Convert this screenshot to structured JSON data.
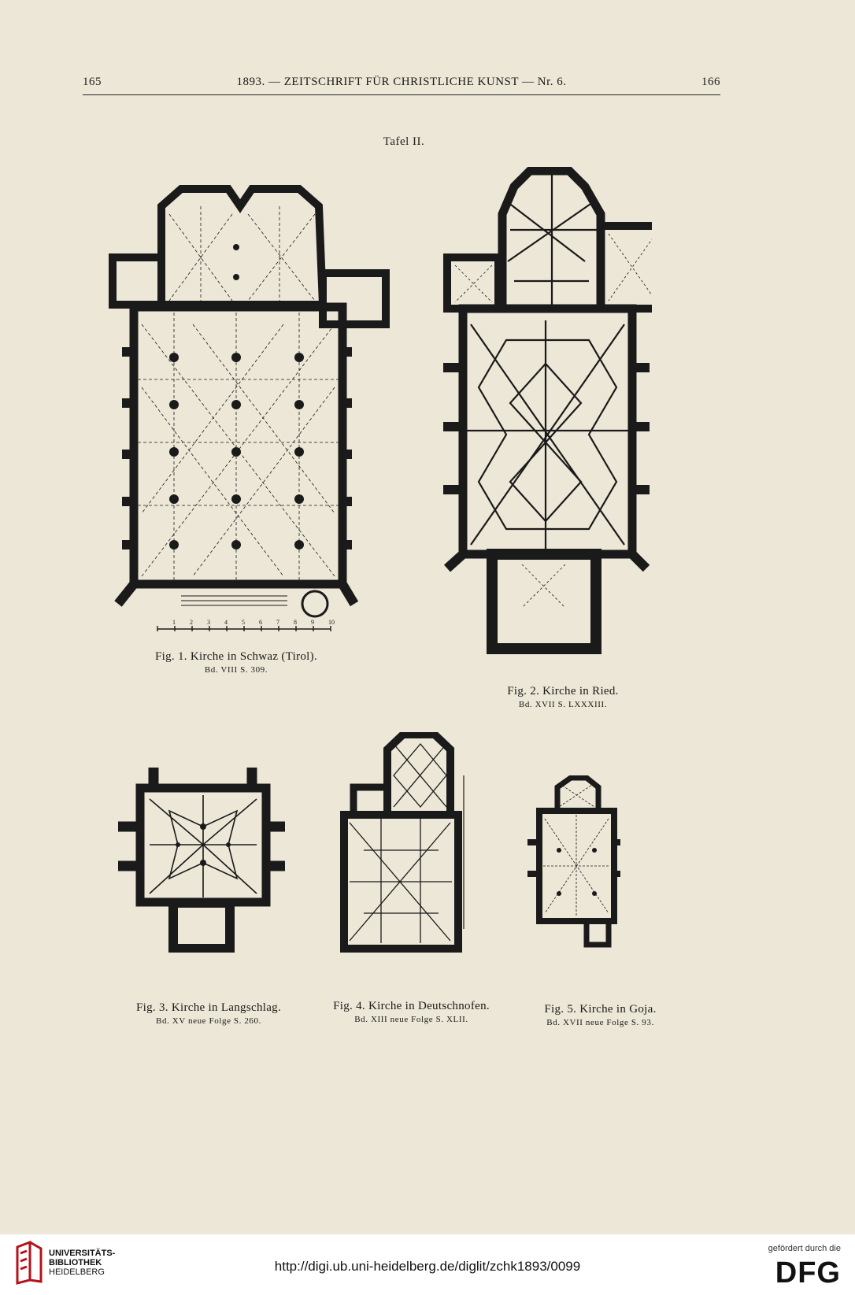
{
  "header": {
    "page_left": "165",
    "center": "1893. — ZEITSCHRIFT FÜR CHRISTLICHE KUNST — Nr. 6.",
    "page_right": "166"
  },
  "plate_title": "Tafel II.",
  "figures": [
    {
      "caption": "Fig. 1. Kirche in Schwaz (Tirol).",
      "reference": "Bd. VIII S. 309."
    },
    {
      "caption": "Fig. 2. Kirche in Ried.",
      "reference": "Bd. XVII S. LXXXIII."
    },
    {
      "caption": "Fig. 3. Kirche in Langschlag.",
      "reference": "Bd. XV neue Folge S. 260."
    },
    {
      "caption": "Fig. 4. Kirche in Deutschnofen.",
      "reference": "Bd. XIII neue Folge S. XLII."
    },
    {
      "caption": "Fig. 5. Kirche in Goja.",
      "reference": "Bd. XVII neue Folge S. 93."
    }
  ],
  "scale_bar": {
    "labels": [
      "1",
      "2",
      "3",
      "4",
      "5",
      "6",
      "7",
      "8",
      "9",
      "10"
    ]
  },
  "footer": {
    "library_line1": "UNIVERSITÄTS-",
    "library_line2": "BIBLIOTHEK",
    "library_line3": "HEIDELBERG",
    "url": "http://digi.ub.uni-heidelberg.de/diglit/zchk1893/0099",
    "funding_note": "gefördert durch die",
    "funder": "DFG"
  },
  "colors": {
    "paper": "#ece7d6",
    "ink": "#1a1a1a",
    "logo_red": "#b5121b"
  }
}
